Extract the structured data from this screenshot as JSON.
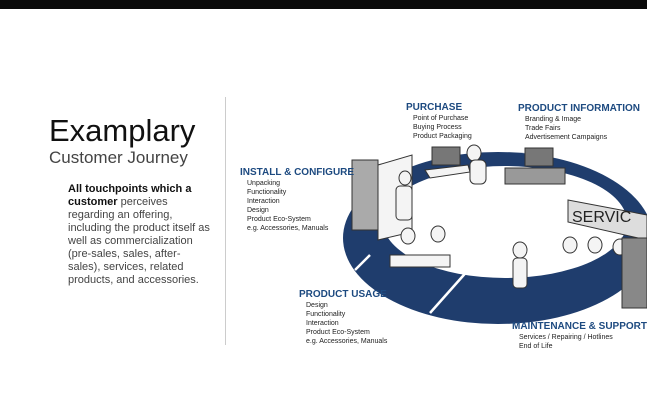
{
  "title": "Examplary",
  "subtitle": "Customer Journey",
  "description": {
    "bold": "All touchpoints which a customer",
    "rest": " perceives regarding an offering, including the product itself as well as commercialization (pre-sales, sales, after-sales), services, related products, and accessories."
  },
  "touchpoints": [
    {
      "title": "PURCHASE",
      "items": [
        "Point of Purchase",
        "Buying Process",
        "Product Packaging"
      ]
    },
    {
      "title": "PRODUCT INFORMATION",
      "items": [
        "Branding & Image",
        "Trade Fairs",
        "Advertisement Campaigns"
      ]
    },
    {
      "title": "INSTALL & CONFIGURE",
      "items": [
        "Unpacking",
        "Functionality",
        "Interaction",
        "Design",
        "Product Eco-System",
        "e.g. Accessories, Manuals"
      ]
    },
    {
      "title": "PRODUCT USAGE",
      "items": [
        "Design",
        "Functionality",
        "Interaction",
        "Product Eco-System",
        "e.g. Accessories, Manuals"
      ]
    },
    {
      "title": "MAINTENANCE & SUPPORT",
      "items": [
        "Services / Repairing / Hotlines",
        "End of Life"
      ]
    }
  ],
  "sign_text": "SERVIC",
  "colors": {
    "ring": "#1f3d6d",
    "heading": "#1d4a80"
  }
}
